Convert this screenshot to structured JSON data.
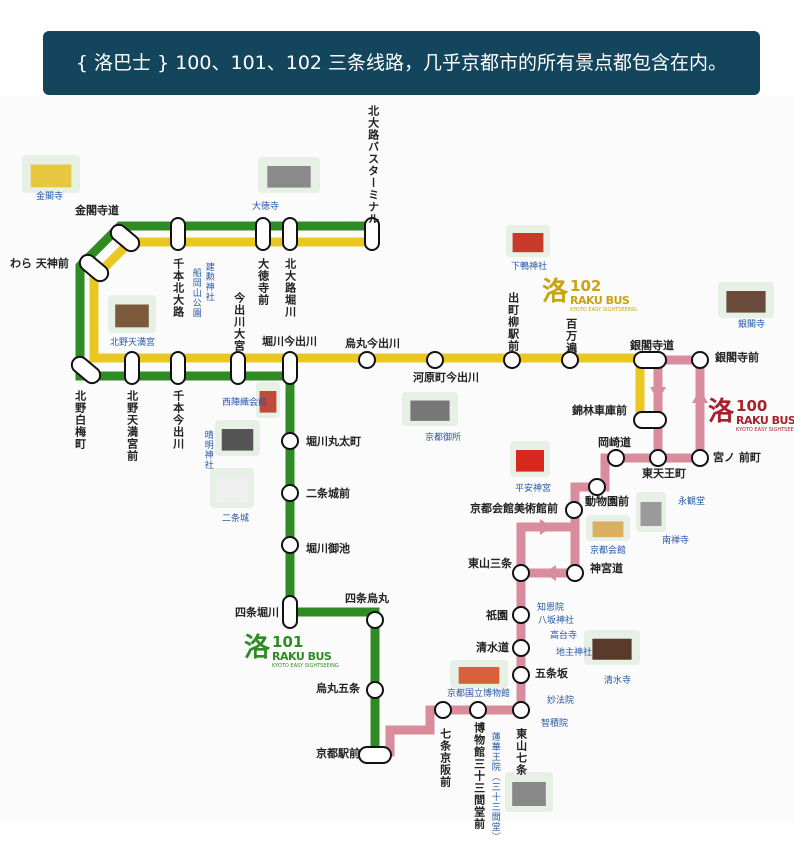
{
  "header": {
    "title": "{ 洛巴士 } 100、101、102 三条线路，几乎京都市的所有景点都包含在内。"
  },
  "colors": {
    "line_100": "#d98c9c",
    "line_101": "#2f8c25",
    "line_102": "#e9c921",
    "landmark_text": "#2456a8",
    "banner": "#13455c"
  },
  "logos": [
    {
      "mark": "洛",
      "number": "100",
      "name": "RAKU BUS",
      "tagline": "KYOTO EASY SIGHTSEEING",
      "color": "#a8202c"
    },
    {
      "mark": "洛",
      "number": "101",
      "name": "RAKU BUS",
      "tagline": "KYOTO EASY SIGHTSEEING",
      "color": "#2f8c25"
    },
    {
      "mark": "洛",
      "number": "102",
      "name": "RAKU BUS",
      "tagline": "KYOTO EASY SIGHTSEEING",
      "color": "#c9a412"
    }
  ],
  "stations": [
    "北大路バスターミナル",
    "北大路堀川",
    "大徳寺前",
    "千本北大路",
    "金閣寺道",
    "わら 天神前",
    "北野白梅町",
    "北野天満宮前",
    "千本今出川",
    "今出川大宮",
    "堀川今出川",
    "烏丸今出川",
    "河原町今出川",
    "出町柳駅前",
    "百万遍",
    "銀閣寺道",
    "銀閣寺前",
    "錦林車庫前",
    "岡崎道",
    "東天王町",
    "宮ノ 前町",
    "動物園前",
    "京都会館美術館前",
    "神宮道",
    "東山三条",
    "祇園",
    "清水道",
    "五条坂",
    "東山七条",
    "博物館三十三間堂前",
    "七条京阪前",
    "京都駅前",
    "烏丸五条",
    "四条烏丸",
    "四条堀川",
    "堀川御池",
    "二条城前",
    "堀川丸太町"
  ],
  "landmarks": [
    "金閣寺",
    "大徳寺",
    "建勲神社",
    "船岡山公園",
    "北野天満宮",
    "西陣織会館",
    "晴明神社",
    "二条城",
    "下鴨神社",
    "京都御所",
    "銀閣寺",
    "平安神宮",
    "永観堂",
    "京都会館",
    "南禅寺",
    "知恩院",
    "八坂神社",
    "高台寺",
    "地主神社",
    "清水寺",
    "京都国立博物館",
    "妙法院",
    "智積院",
    "蓮華王院（三十三間堂）"
  ]
}
